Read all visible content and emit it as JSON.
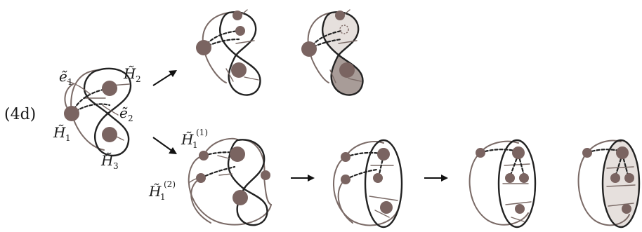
{
  "figure": {
    "case_label": "(4d)",
    "labels": {
      "e1": {
        "base": "ẽ",
        "sub": "1"
      },
      "e2": {
        "base": "ẽ",
        "sub": "2"
      },
      "H1": {
        "base": "H̃",
        "sub": "1"
      },
      "H2": {
        "base": "H̃",
        "sub": "2"
      },
      "H3": {
        "base": "H̃",
        "sub": "3"
      },
      "H1_1": {
        "base": "H̃",
        "sub": "1",
        "sup": "(1)"
      },
      "H1_2": {
        "base": "H̃",
        "sub": "1",
        "sup": "(2)"
      }
    },
    "colors": {
      "vertex": "#7a6461",
      "outline": "#222222",
      "strand": "#7a6a66",
      "shade_light": "#e6e0dd",
      "shade_dark": "#a89c98"
    }
  }
}
